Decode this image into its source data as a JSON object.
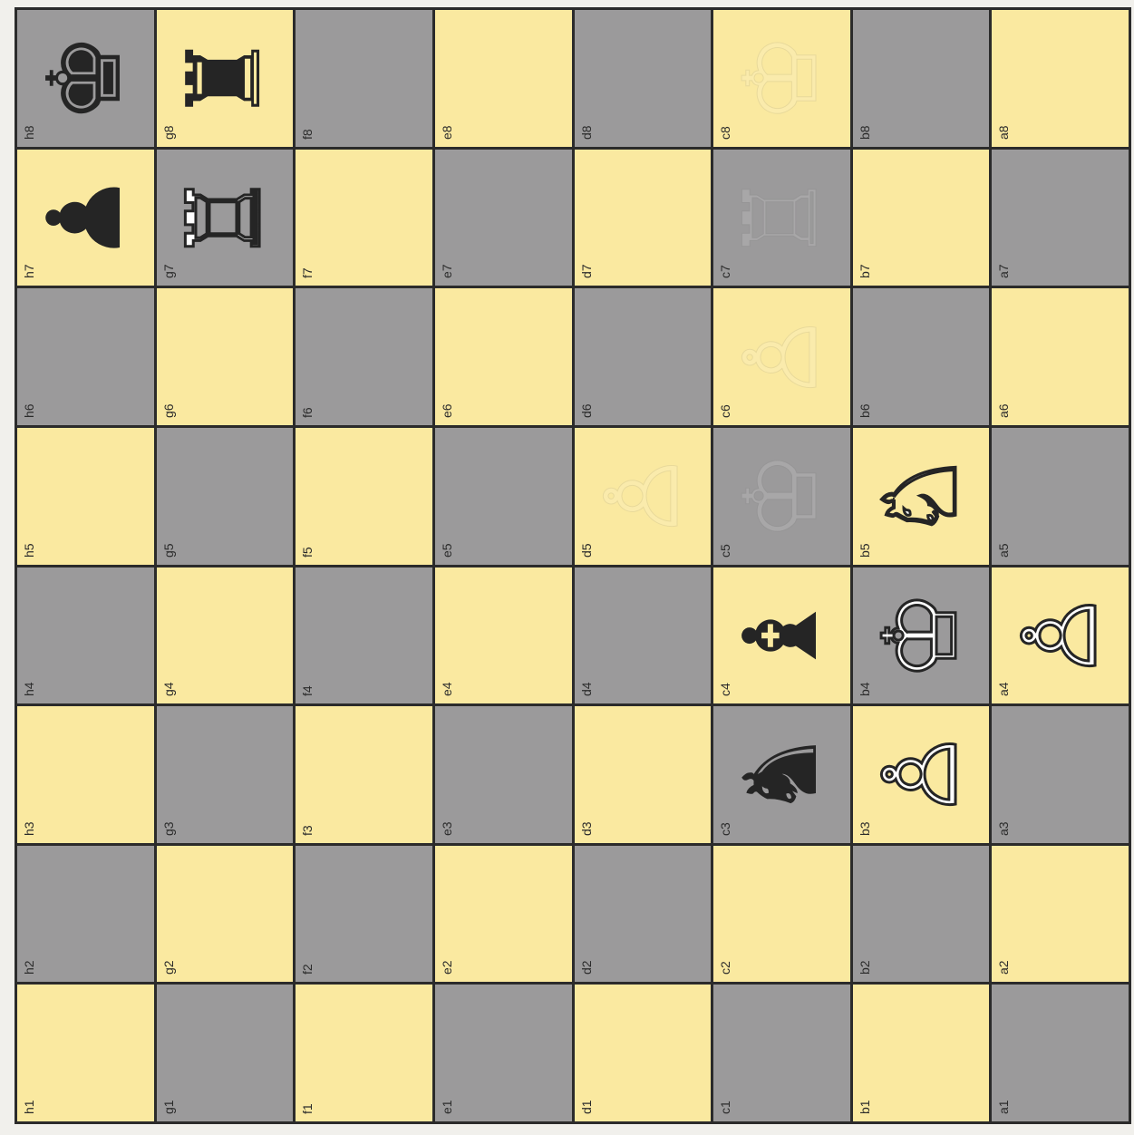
{
  "board": {
    "rows": [
      [
        "h8",
        "g8",
        "f8",
        "e8",
        "d8",
        "c8",
        "b8",
        "a8"
      ],
      [
        "h7",
        "g7",
        "f7",
        "e7",
        "d7",
        "c7",
        "b7",
        "a7"
      ],
      [
        "h6",
        "g6",
        "f6",
        "e6",
        "d6",
        "c6",
        "b6",
        "a6"
      ],
      [
        "h5",
        "g5",
        "f5",
        "e5",
        "d5",
        "c5",
        "b5",
        "a5"
      ],
      [
        "h4",
        "g4",
        "f4",
        "e4",
        "d4",
        "c4",
        "b4",
        "a4"
      ],
      [
        "h3",
        "g3",
        "f3",
        "e3",
        "d3",
        "c3",
        "b3",
        "a3"
      ],
      [
        "h2",
        "g2",
        "f2",
        "e2",
        "d2",
        "c2",
        "b2",
        "a2"
      ],
      [
        "h1",
        "g1",
        "f1",
        "e1",
        "d1",
        "c1",
        "b1",
        "a1"
      ]
    ],
    "dark_squares": [
      "h8",
      "f8",
      "d8",
      "b8",
      "g7",
      "e7",
      "c7",
      "a7",
      "h6",
      "f6",
      "d6",
      "b6",
      "g5",
      "e5",
      "c5",
      "a5",
      "h4",
      "f4",
      "d4",
      "b4",
      "g3",
      "e3",
      "c3",
      "a3",
      "h2",
      "f2",
      "d2",
      "b2",
      "g1",
      "e1",
      "c1",
      "a1"
    ],
    "colors": {
      "light": "#fae9a0",
      "dark": "#9b9a9b",
      "grid": "#2b2b2b"
    }
  },
  "pieces": [
    {
      "square": "h8",
      "color": "black",
      "type": "king",
      "symbol": "♚",
      "name": "black-king-icon"
    },
    {
      "square": "h7",
      "color": "black",
      "type": "pawn",
      "symbol": "♟",
      "name": "black-pawn-icon"
    },
    {
      "square": "g8",
      "color": "black",
      "type": "rook",
      "symbol": "♜",
      "name": "black-rook-icon"
    },
    {
      "square": "g7",
      "color": "white",
      "type": "rook",
      "symbol": "♖",
      "name": "white-rook-icon"
    },
    {
      "square": "c4",
      "color": "black",
      "type": "bishop",
      "symbol": "♝",
      "name": "black-bishop-icon"
    },
    {
      "square": "c3",
      "color": "black",
      "type": "knight",
      "symbol": "♞",
      "name": "black-knight-icon"
    },
    {
      "square": "b5",
      "color": "white",
      "type": "knight",
      "symbol": "♘",
      "name": "white-knight-icon"
    },
    {
      "square": "b4",
      "color": "white",
      "type": "king",
      "symbol": "♔",
      "name": "white-king-icon"
    },
    {
      "square": "b3",
      "color": "white",
      "type": "pawn",
      "symbol": "♙",
      "name": "white-pawn-icon"
    },
    {
      "square": "a4",
      "color": "white",
      "type": "pawn",
      "symbol": "♙",
      "name": "white-pawn-icon"
    }
  ],
  "faded_pieces": [
    {
      "square": "c8",
      "symbol": "♔",
      "name": "faded-king-icon"
    },
    {
      "square": "c7",
      "symbol": "♖",
      "name": "faded-rook-icon"
    },
    {
      "square": "c6",
      "symbol": "♙",
      "name": "faded-pawn-icon"
    },
    {
      "square": "c5",
      "symbol": "♔",
      "name": "faded-king-icon"
    },
    {
      "square": "d5",
      "symbol": "♙",
      "name": "faded-pawn-icon"
    }
  ]
}
